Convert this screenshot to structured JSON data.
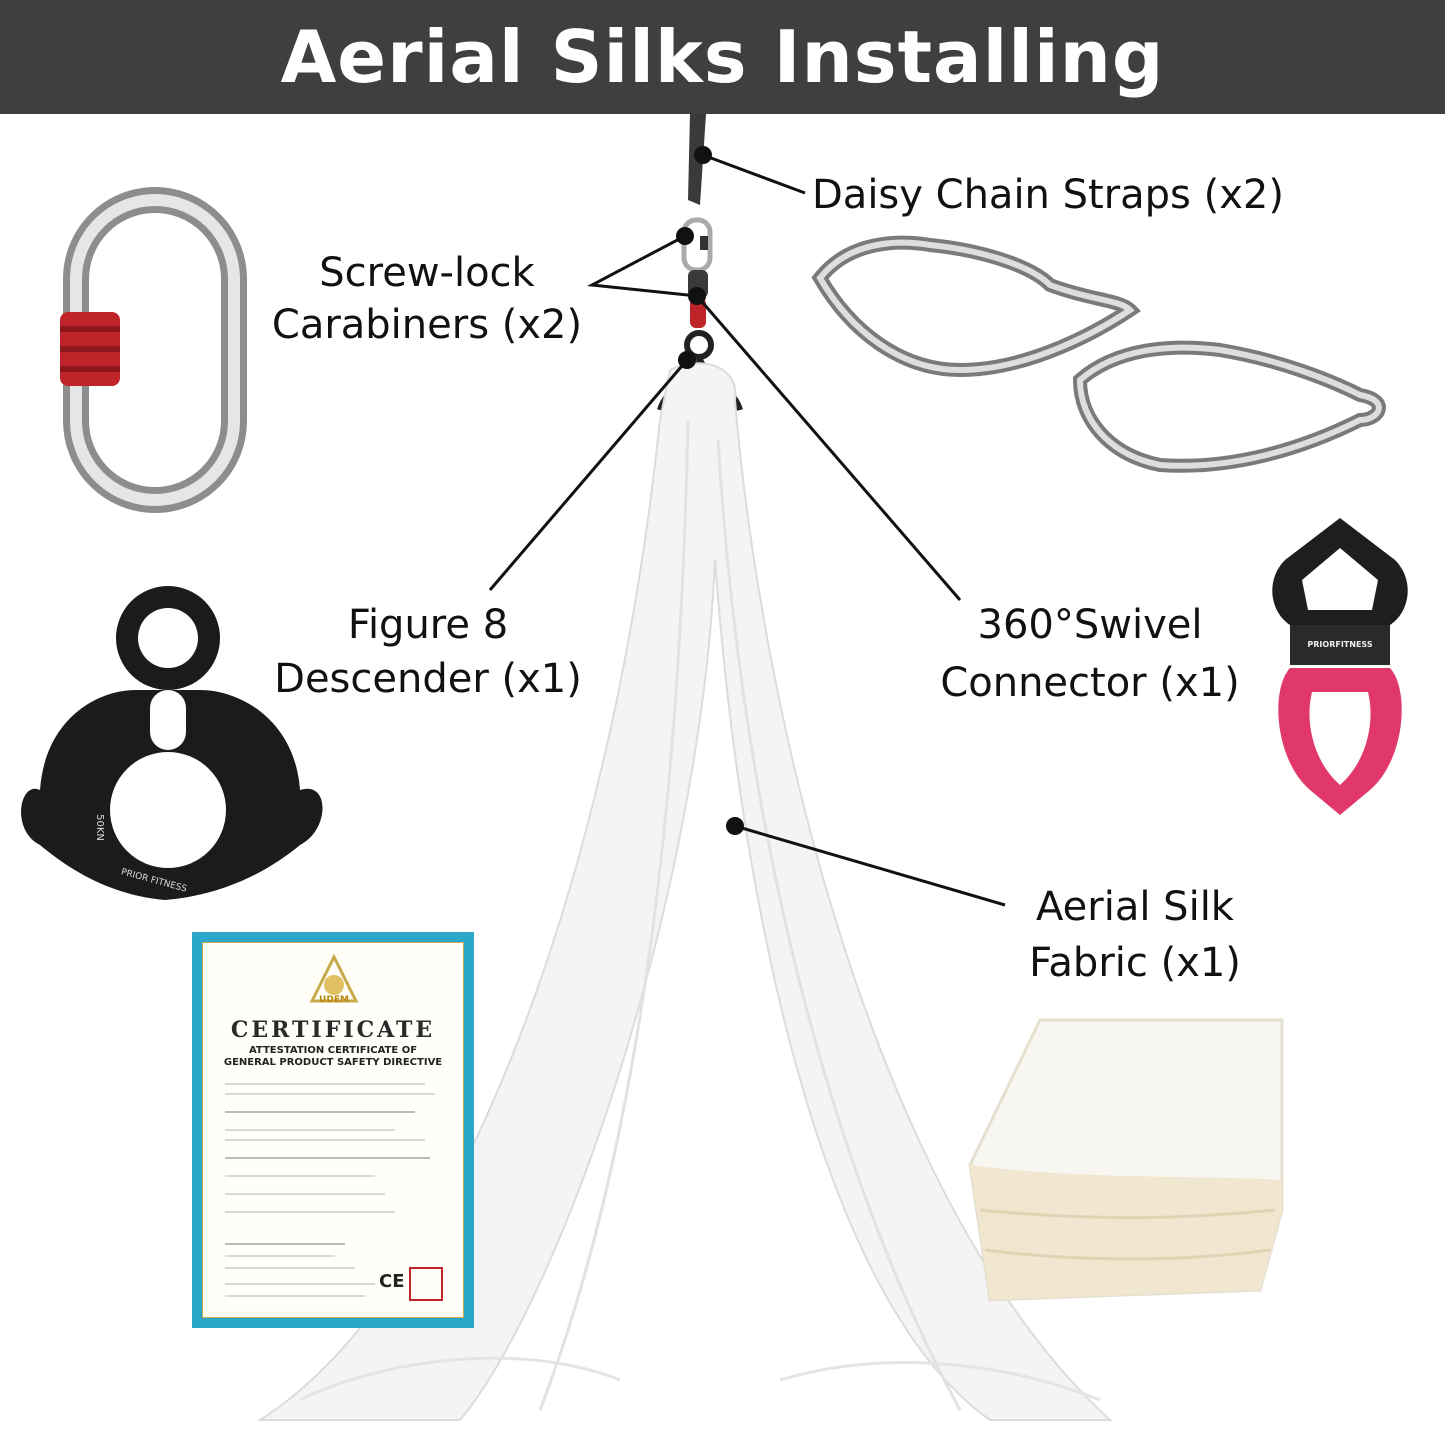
{
  "title": "Aerial Silks Installing",
  "labels": {
    "daisy": "Daisy Chain Straps (x2)",
    "carabiner_1": "Screw-lock",
    "carabiner_2": "Carabiners (x2)",
    "figure8_1": "Figure 8",
    "figure8_2": "Descender (x1)",
    "swivel_1": "360°Swivel",
    "swivel_2": "Connector (x1)",
    "silk_1": "Aerial Silk",
    "silk_2": "Fabric (x1)"
  },
  "certificate": {
    "heading": "CERTIFICATE",
    "sub1": "ATTESTATION CERTIFICATE OF",
    "sub2": "GENERAL PRODUCT SAFETY DIRECTIVE",
    "logo_text": "UDEM",
    "ce_mark": "CE"
  },
  "product_marks": {
    "swivel_brand": "PRIORFITNESS",
    "descender_rating": "50KN",
    "descender_brand": "PRIOR FITNESS"
  },
  "colors": {
    "banner": "#3f3f3f",
    "cert_frame": "#2aa7c9",
    "carabiner_lock": "#c0242b",
    "swivel_top": "#1e1e1e",
    "swivel_bottom": "#e0386a"
  }
}
